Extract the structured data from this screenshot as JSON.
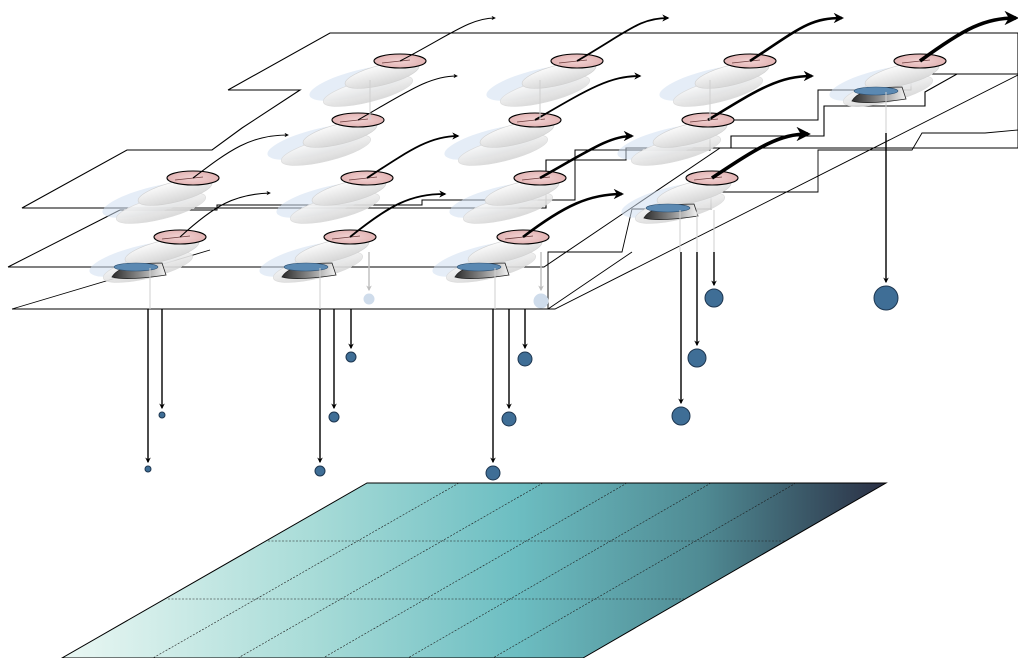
{
  "colors": {
    "background": "#ffffff",
    "outline": "#000000",
    "droplet_fill": "#3f6e96",
    "droplet_stroke": "#1d3650",
    "top_disk": "#e0aeae",
    "bottom_disk": "#5b89b2",
    "halo": "#cfdff0",
    "gradient_stops": [
      "#eaf7f3",
      "#a9dcd8",
      "#6dbec2",
      "#4f8a93",
      "#2a2f44"
    ]
  },
  "diagram": {
    "layers": 3,
    "grid_levels": [
      1,
      2,
      3,
      4
    ],
    "icons": {
      "arrow": "flow-arrow-icon",
      "droplet": "droplet-icon",
      "eddy": "eddy-icon"
    }
  }
}
